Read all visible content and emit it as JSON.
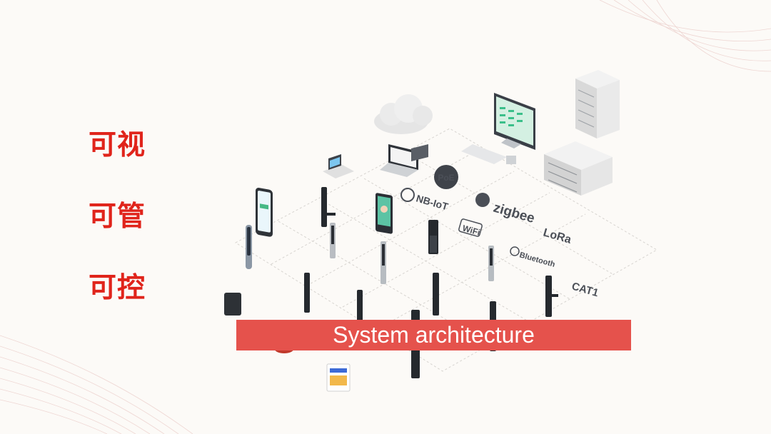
{
  "slogans": [
    "可视",
    "可管",
    "可控"
  ],
  "banner": {
    "text": "System architecture"
  },
  "protocols": {
    "nbiot": "NB-IoT",
    "zigbee": "zigbee",
    "wifi": "WiFi",
    "poe": "PoE",
    "lora": "LoRa",
    "bluetooth": "Bluetooth",
    "cat1": "CAT1"
  },
  "colors": {
    "accent": "#e0241b",
    "banner": "#e5524c",
    "background": "#fcfaf7"
  }
}
